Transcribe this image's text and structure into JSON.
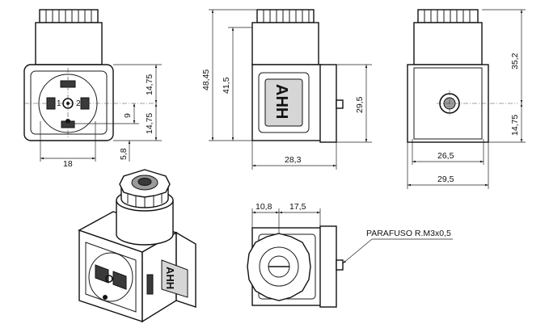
{
  "drawing": {
    "front_view": {
      "dim_width": "18",
      "dim_upper_height": "14,75",
      "dim_lower_height": "14,75",
      "dim_center_offset": "9",
      "dim_pin_offset": "5,8",
      "pin_labels": [
        "1",
        "2"
      ]
    },
    "side_view": {
      "dim_total_height": "48,45",
      "dim_body_height": "41,5",
      "dim_plate_height": "29,5",
      "dim_depth": "28,3",
      "brand": "AHH"
    },
    "right_view": {
      "dim_height": "35,2",
      "dim_lower": "14,75",
      "dim_inner_width": "26,5",
      "dim_outer_width": "29,5"
    },
    "top_view": {
      "dim_a": "10,8",
      "dim_b": "17,5",
      "screw_label": "PARAFUSO R.M3x0,5"
    }
  }
}
